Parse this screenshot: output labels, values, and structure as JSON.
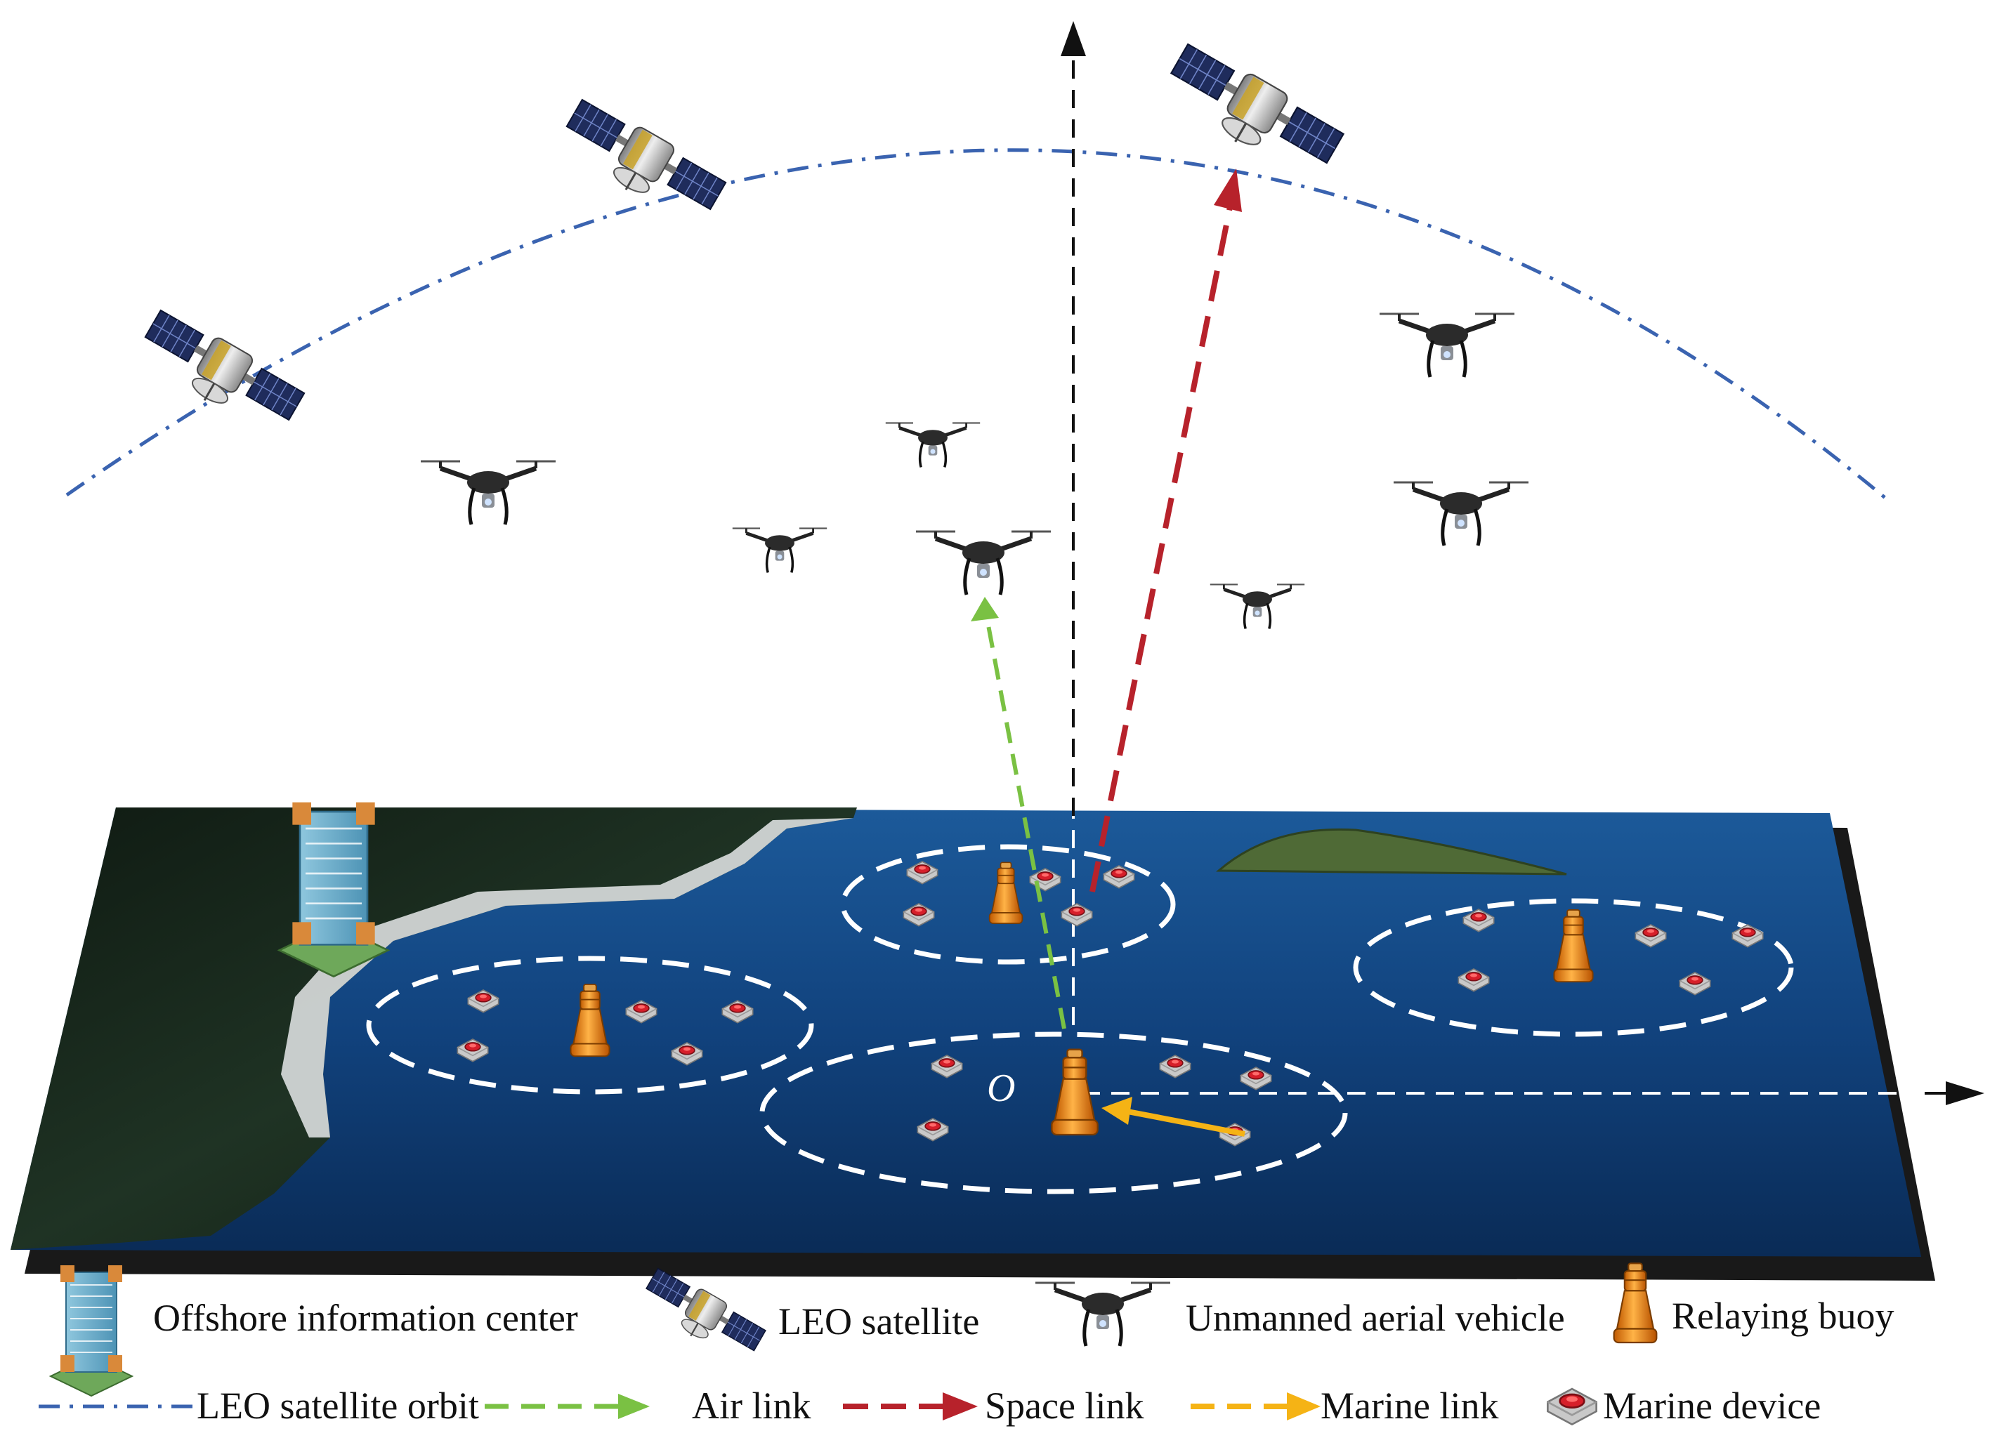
{
  "diagram": {
    "origin_label": "O"
  },
  "legend": {
    "row1": [
      {
        "icon": "building-icon",
        "label": "Offshore information center"
      },
      {
        "icon": "satellite-icon",
        "label": "LEO satellite"
      },
      {
        "icon": "drone-icon",
        "label": "Unmanned aerial vehicle"
      },
      {
        "icon": "buoy-icon",
        "label": "Relaying buoy"
      }
    ],
    "row2": [
      {
        "icon": "orbit-line-icon",
        "label": "LEO satellite orbit",
        "color": "#3a63b0"
      },
      {
        "icon": "air-link-arrow-icon",
        "label": "Air link",
        "color": "#7ac143"
      },
      {
        "icon": "space-link-arrow-icon",
        "label": "Space link",
        "color": "#b7222b"
      },
      {
        "icon": "marine-link-arrow-icon",
        "label": "Marine link",
        "color": "#f5b315"
      },
      {
        "icon": "marine-device-icon",
        "label": "Marine device"
      }
    ]
  },
  "colors": {
    "orbit": "#3a63b0",
    "air_link": "#7ac143",
    "space_link": "#b7222b",
    "marine_link": "#f5b315",
    "sea": "#123f78",
    "buoy": "#f08a12",
    "device": "#d61f2a"
  }
}
